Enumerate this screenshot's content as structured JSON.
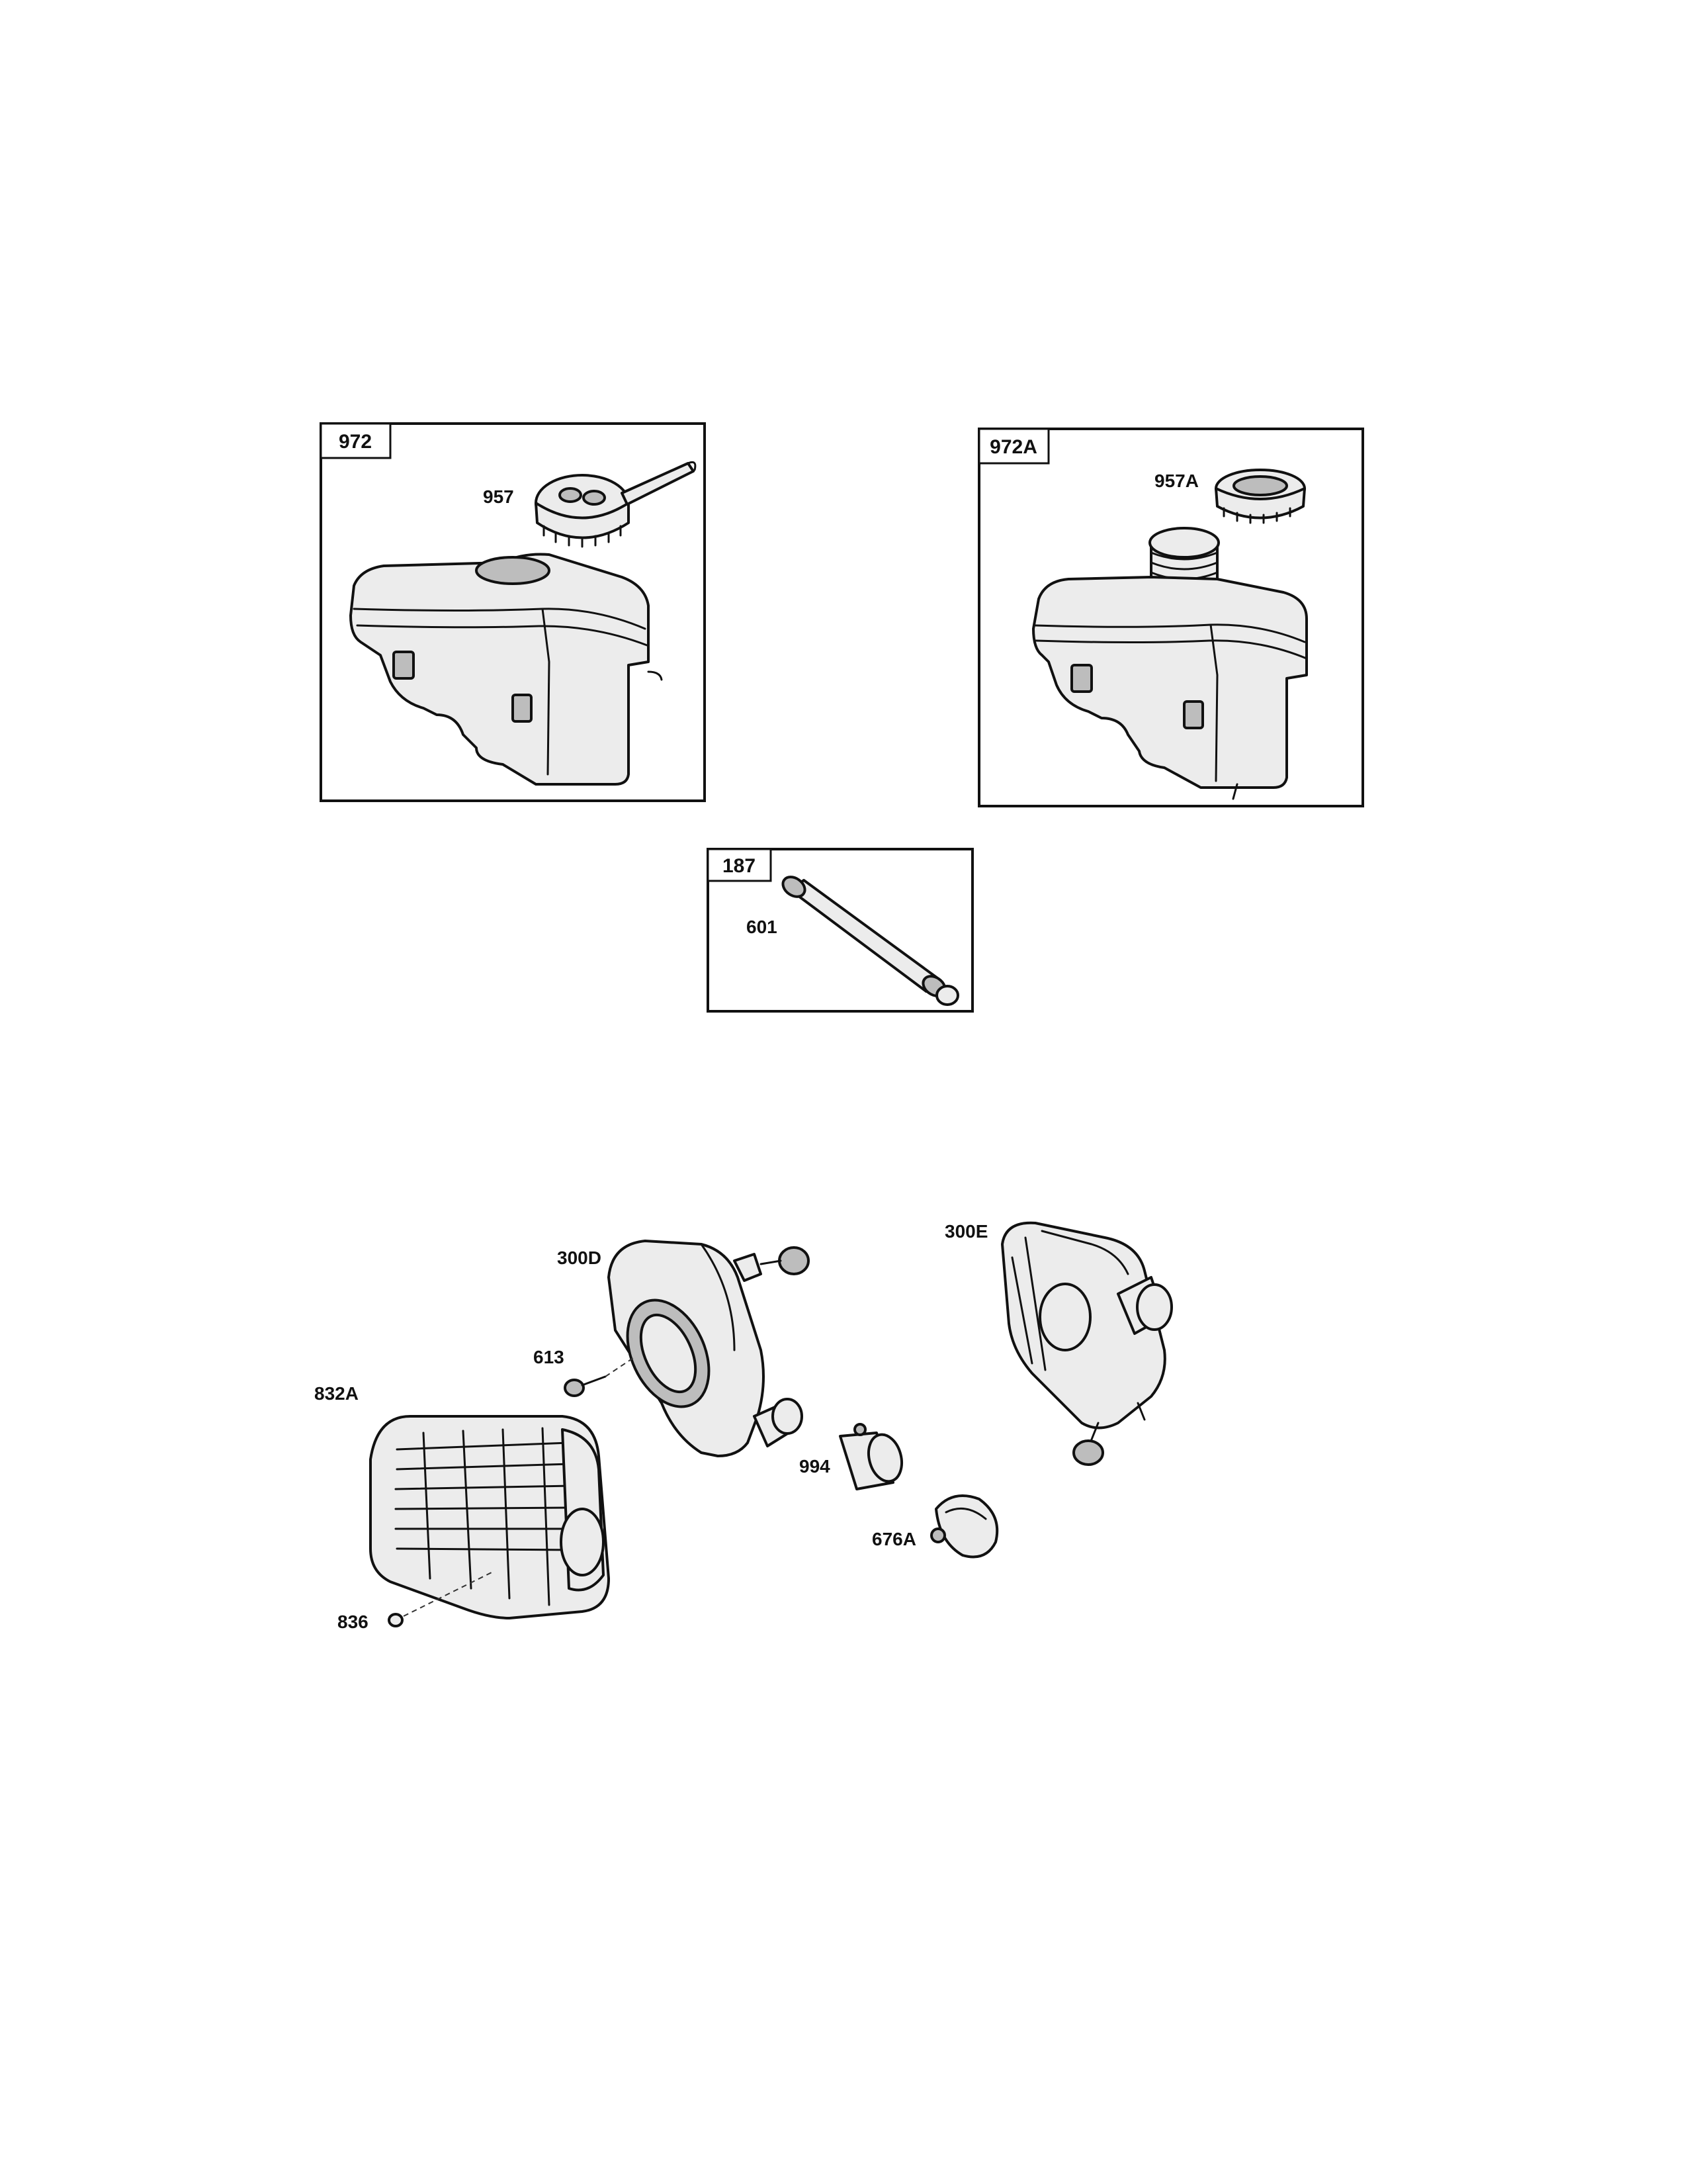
{
  "kits": [
    {
      "tag": "972",
      "callouts": [
        "957"
      ]
    },
    {
      "tag": "972A",
      "callouts": [
        "957A"
      ]
    },
    {
      "tag": "187",
      "callouts": [
        "601"
      ]
    }
  ],
  "exploded_view": {
    "callouts": {
      "p300d": "300D",
      "p300e": "300E",
      "p613": "613",
      "p832a": "832A",
      "p994": "994",
      "p676a": "676A",
      "p836": "836"
    }
  }
}
